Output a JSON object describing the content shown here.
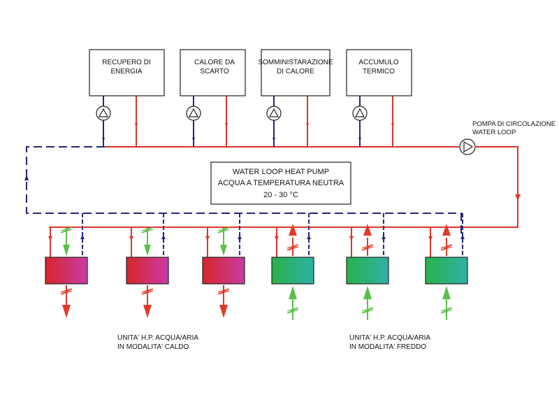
{
  "top_boxes": [
    {
      "line1": "RECUPERO DI",
      "line2": "ENERGIA"
    },
    {
      "line1": "CALORE DA",
      "line2": "SCARTO"
    },
    {
      "line1": "SOMMINISTARAZIONE",
      "line2": "DI CALORE"
    },
    {
      "line1": "ACCUMULO",
      "line2": "TERMICO"
    }
  ],
  "pump_label": {
    "line1": "POMPA DI CIRCOLAZIONE",
    "line2": "WATER LOOP"
  },
  "center_box": {
    "line1": "WATER LOOP HEAT PUMP",
    "line2": "ACQUA A TEMPERATURA NEUTRA",
    "line3": "20 - 30 °C"
  },
  "heating_caption": {
    "line1": "UNITA' H.P. ACQUA/ARIA",
    "line2": "IN MODALITA' CALDO"
  },
  "cooling_caption": {
    "line1": "UNITA' H.P. ACQUA/ARIA",
    "line2": "IN MODALITA' FREDDO"
  },
  "units": [
    {
      "mode": "heating"
    },
    {
      "mode": "heating"
    },
    {
      "mode": "heating"
    },
    {
      "mode": "cooling"
    },
    {
      "mode": "cooling"
    },
    {
      "mode": "cooling"
    }
  ],
  "colors": {
    "hot_line": "#e0322a",
    "cold_line": "#24267a",
    "heating_gradient": [
      "#d8262a",
      "#c93aa7"
    ],
    "cooling_gradient": [
      "#28b24a",
      "#2fb0a6"
    ],
    "heat_arrow": "#e23a2a",
    "cool_arrow": "#5bbf4a"
  }
}
